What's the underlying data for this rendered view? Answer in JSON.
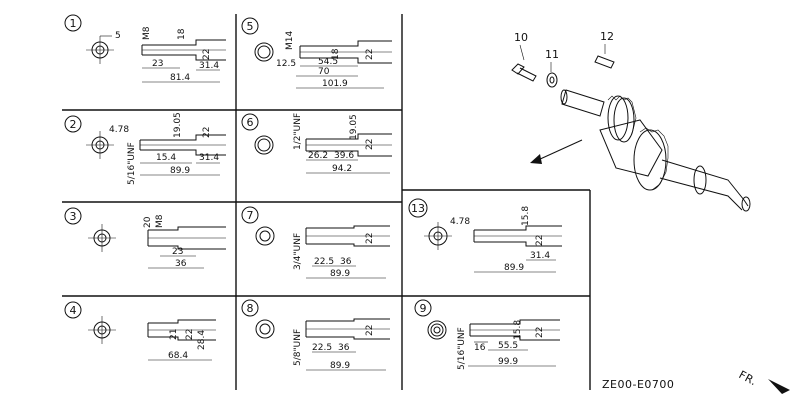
{
  "panels": [
    {
      "id": "1",
      "labels": [
        "5",
        "M8",
        "18",
        "22",
        "23",
        "81.4",
        "31.4"
      ]
    },
    {
      "id": "2",
      "labels": [
        "4.78",
        "5/16\"UNF",
        "19.05",
        "22",
        "15.4",
        "31.4",
        "89.9"
      ]
    },
    {
      "id": "3",
      "labels": [
        "20",
        "M8",
        "23",
        "36"
      ]
    },
    {
      "id": "4",
      "labels": [
        "21",
        "22",
        "28.4",
        "68.4"
      ]
    },
    {
      "id": "5",
      "labels": [
        "M14",
        "12.5",
        "18",
        "22",
        "54.5",
        "70",
        "101.9"
      ]
    },
    {
      "id": "6",
      "labels": [
        "1/2\"UNF",
        "19.05",
        "22",
        "26.2",
        "39.6",
        "94.2"
      ]
    },
    {
      "id": "7",
      "labels": [
        "3/4\"UNF",
        "22.5",
        "36",
        "89.9",
        "22"
      ]
    },
    {
      "id": "8",
      "labels": [
        "5/8\"UNF",
        "22.5",
        "36",
        "89.9",
        "22"
      ]
    },
    {
      "id": "9",
      "labels": [
        "5/16\"UNF",
        "16",
        "55.5",
        "15.8",
        "22",
        "99.9"
      ]
    },
    {
      "id": "13",
      "labels": [
        "4.78",
        "15.8",
        "22",
        "31.4",
        "89.9"
      ]
    }
  ],
  "parts": [
    {
      "id": "10"
    },
    {
      "id": "11"
    },
    {
      "id": "12"
    }
  ],
  "direction_label": "FR.",
  "drawing_code": "ZE00-E0700",
  "colors": {
    "ink": "#111111",
    "paper": "#ffffff"
  }
}
